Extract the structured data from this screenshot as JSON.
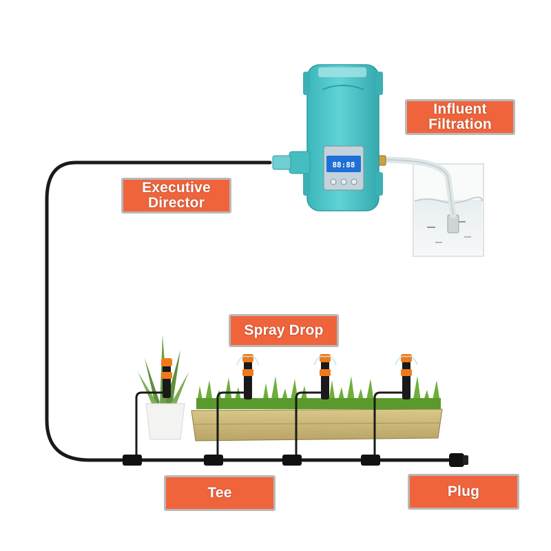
{
  "labels": {
    "influent_filtration": [
      "Influent",
      "Filtration"
    ],
    "executive_director": [
      "Executive",
      "Director"
    ],
    "spray_drop": "Spray Drop",
    "tee": "Tee",
    "plug": "Plug"
  },
  "controller": {
    "display_reading": "88:88"
  },
  "colors": {
    "label_fill": "#f0643c",
    "label_border": "#b9b9b9",
    "pump_body": "#4cc8cc",
    "pipe": "#1a1a1a",
    "nozzle": "#f07a1a"
  }
}
